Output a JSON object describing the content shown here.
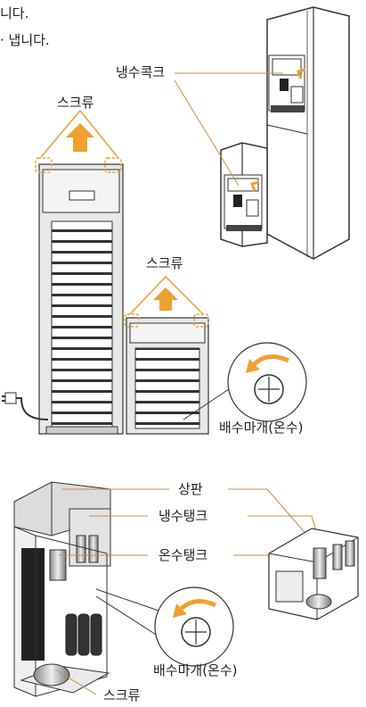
{
  "header": {
    "line1": "니다.",
    "line2": "· 냅니다."
  },
  "top_labels": {
    "cold_tap": "냉수콕크",
    "screw_left": "스크류",
    "screw_right": "스크류",
    "drain_cap": "배수마개(온수)"
  },
  "bottom_labels": {
    "top_panel": "상판",
    "cold_tank": "냉수탱크",
    "hot_tank": "온수탱크",
    "drain_cap": "배수마개(온수)",
    "screw": "스크류"
  },
  "colors": {
    "arrow": "#f0a030",
    "leader_line": "#c89040",
    "panel_gray": "#dcdcdc",
    "coil": "#333333"
  }
}
